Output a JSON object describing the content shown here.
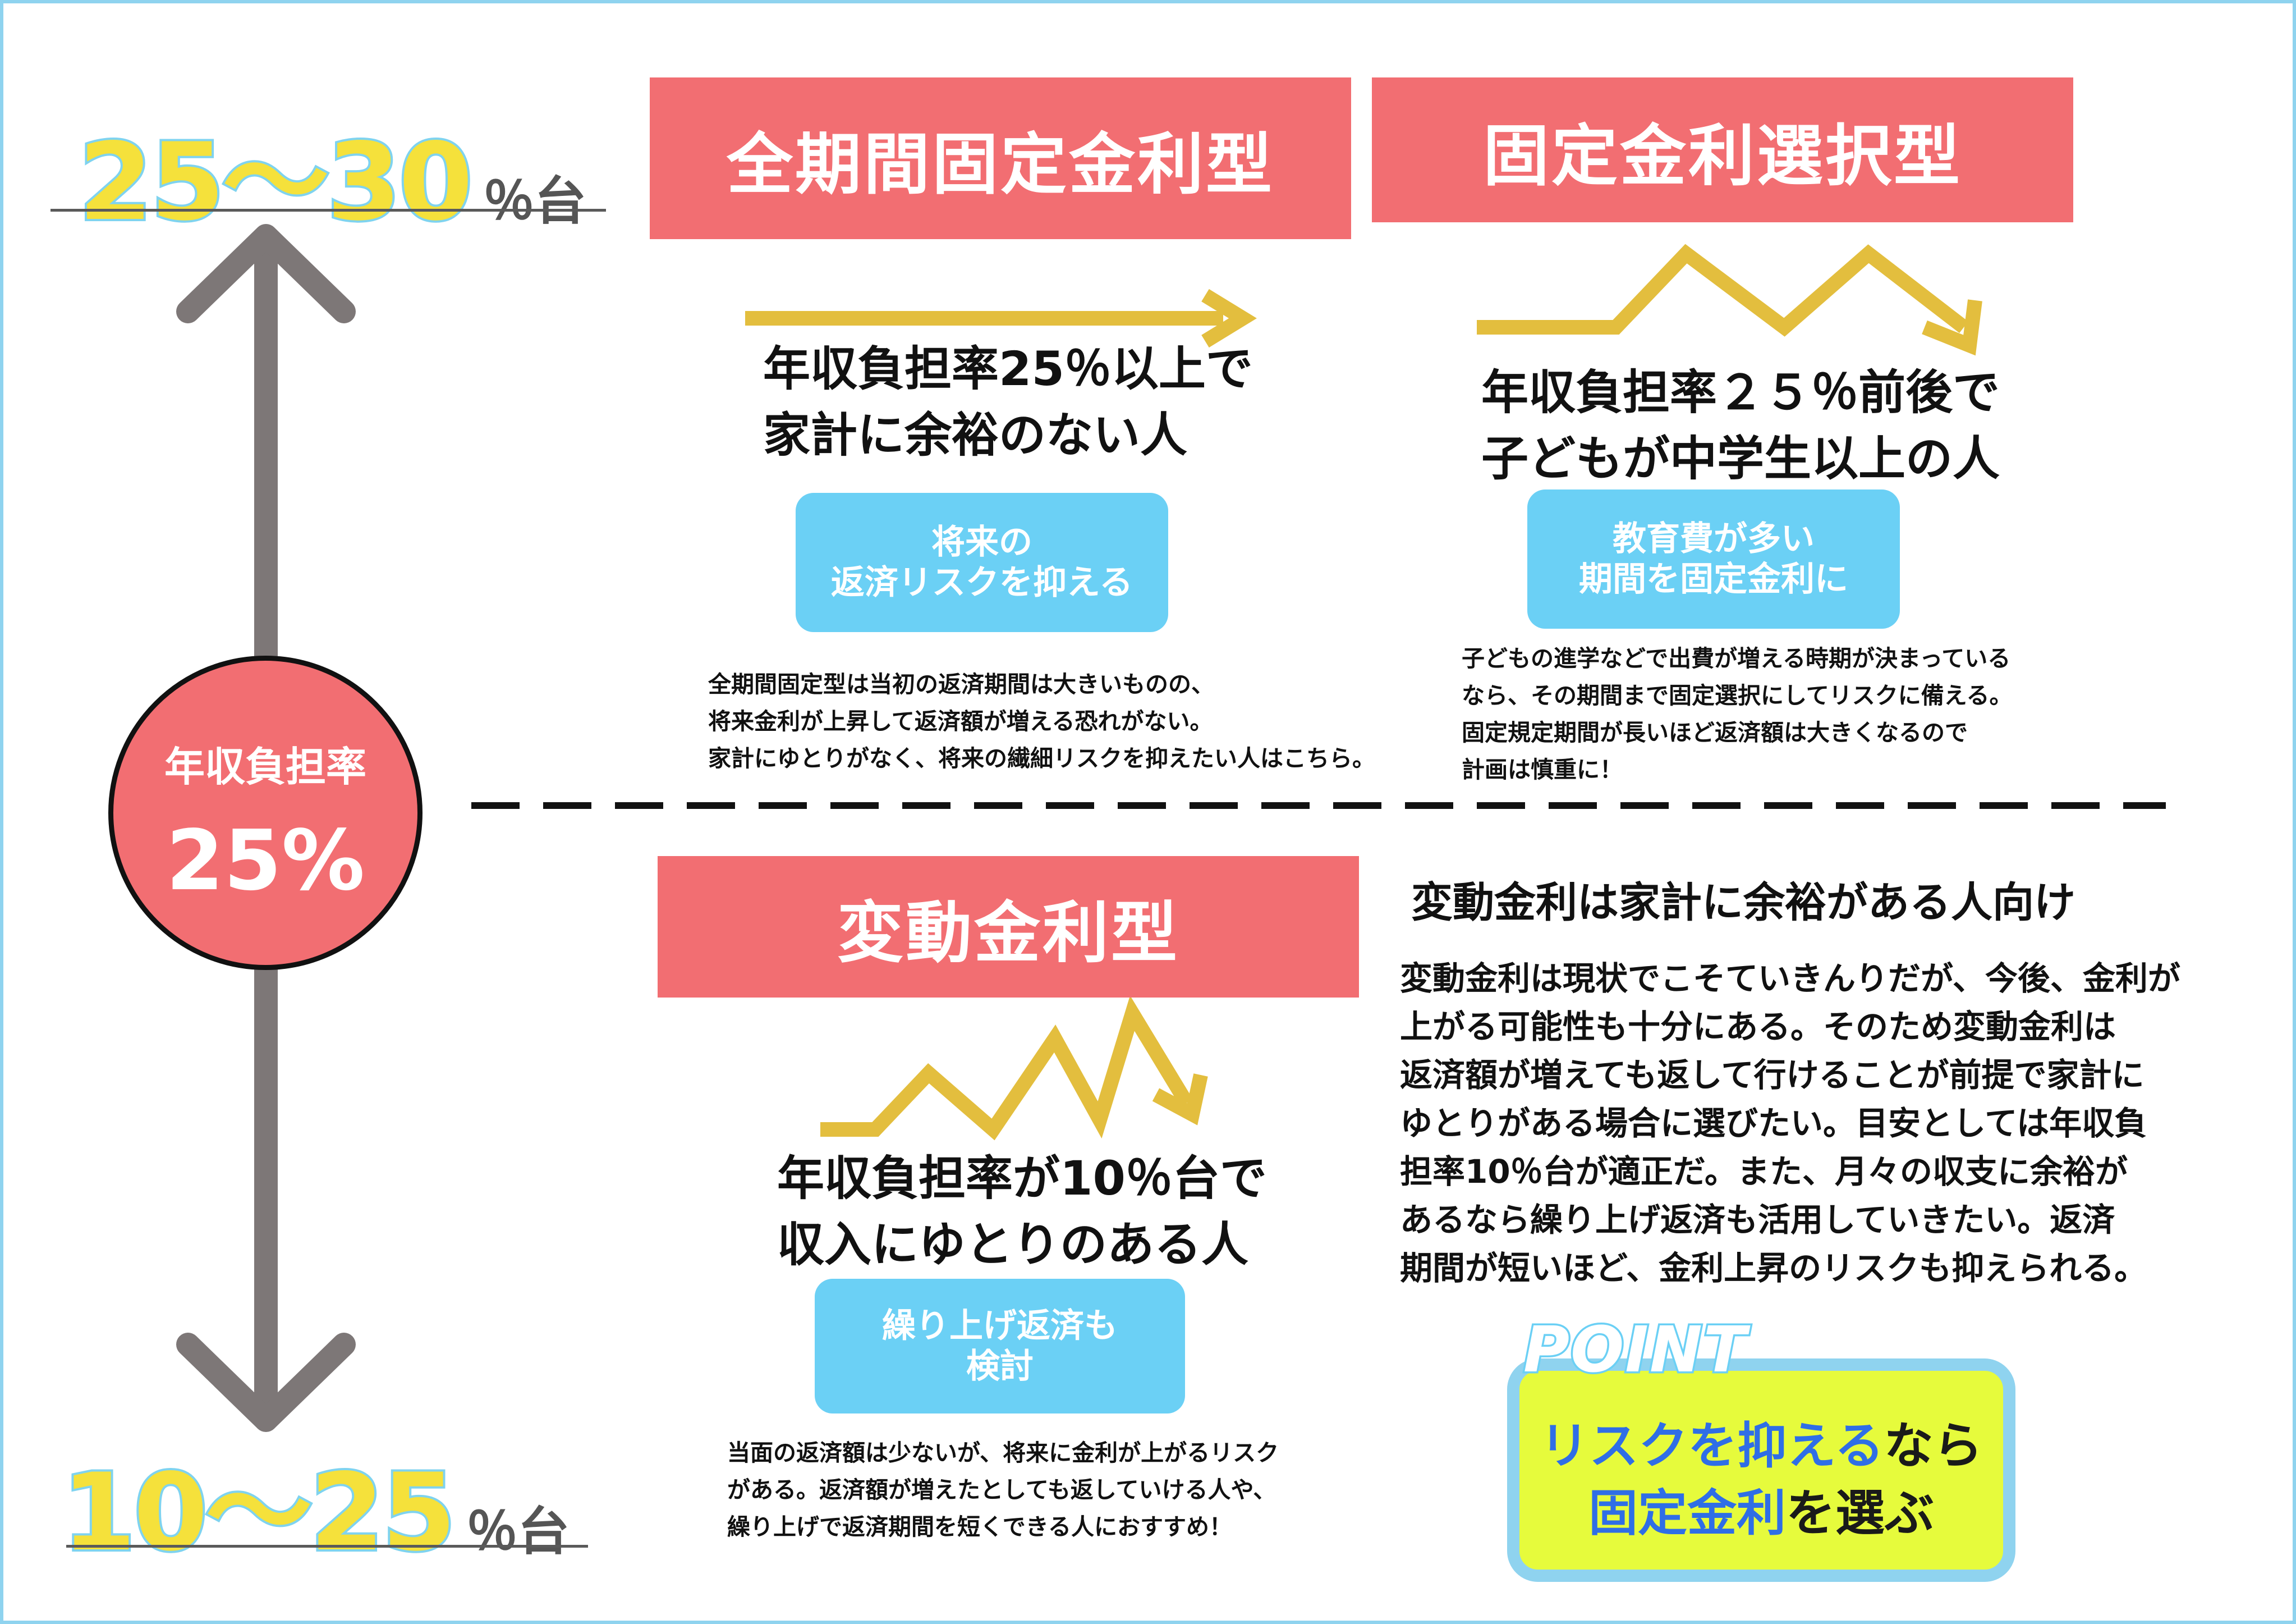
{
  "top_range": {
    "number": "25〜30",
    "unit": "％台"
  },
  "bottom_range": {
    "number": "10〜25",
    "unit": "％台"
  },
  "center_circle": {
    "label": "年収負担率",
    "value": "25%"
  },
  "cards": {
    "full_fixed": {
      "title": "全期間固定金利型",
      "trend": "steady",
      "heading": "年収負担率25％以上で\n家計に余裕のない人",
      "pill": "将来の\n返済リスクを抑える",
      "description": "全期間固定型は当初の返済期間は大きいものの、\n将来金利が上昇して返済額が増える恐れがない。\n家計にゆとりがなく、将来の繊細リスクを抑えたい人はこちら。"
    },
    "fixed_select": {
      "title": "固定金利選択型",
      "trend": "fluctuating",
      "heading": "年収負担率２５％前後で\n子どもが中学生以上の人",
      "pill": "教育費が多い\n期間を固定金利に",
      "description": "子どもの進学などで出費が増える時期が決まっている\nなら、その期間まで固定選択にしてリスクに備える。\n固定規定期間が長いほど返済額は大きくなるので\n計画は慎重に！"
    },
    "variable": {
      "title": "変動金利型",
      "trend": "fluctuating",
      "heading": "年収負担率が10％台で\n収入にゆとりのある人",
      "pill": "繰り上げ返済も\n検討",
      "description": "当面の返済額は少ないが、将来に金利が上がるリスク\nがある。返済額が増えたとしても返していける人や、\n繰り上げで返済期間を短くできる人におすすめ！"
    }
  },
  "variable_note": {
    "heading": "変動金利は家計に余裕がある人向け",
    "body": "変動金利は現状でこそていきんりだが、今後、金利が\n上がる可能性も十分にある。そのため変動金利は\n返済額が増えても返して行けることが前提で家計に\nゆとりがある場合に選びたい。目安としては年収負\n担率10％台が適正だ。また、月々の収支に余裕が\nあるなら繰り上げ返済も活用していきたい。返済\n期間が短いほど、金利上昇のリスクも抑えられる。"
  },
  "point": {
    "label": "POINT",
    "line1_highlight": "リスクを抑える",
    "line1_rest": "なら",
    "line2_highlight": "固定金利",
    "line2_rest": "を選ぶ"
  },
  "colors": {
    "banner": "#f26e72",
    "pill": "#6bd0f5",
    "trend_line": "#e3be3e",
    "axis_arrow": "#7d7777",
    "range_number": "#f5e13b",
    "point_box": "#e6fb3c",
    "point_text_highlight": "#2f6ee6"
  }
}
